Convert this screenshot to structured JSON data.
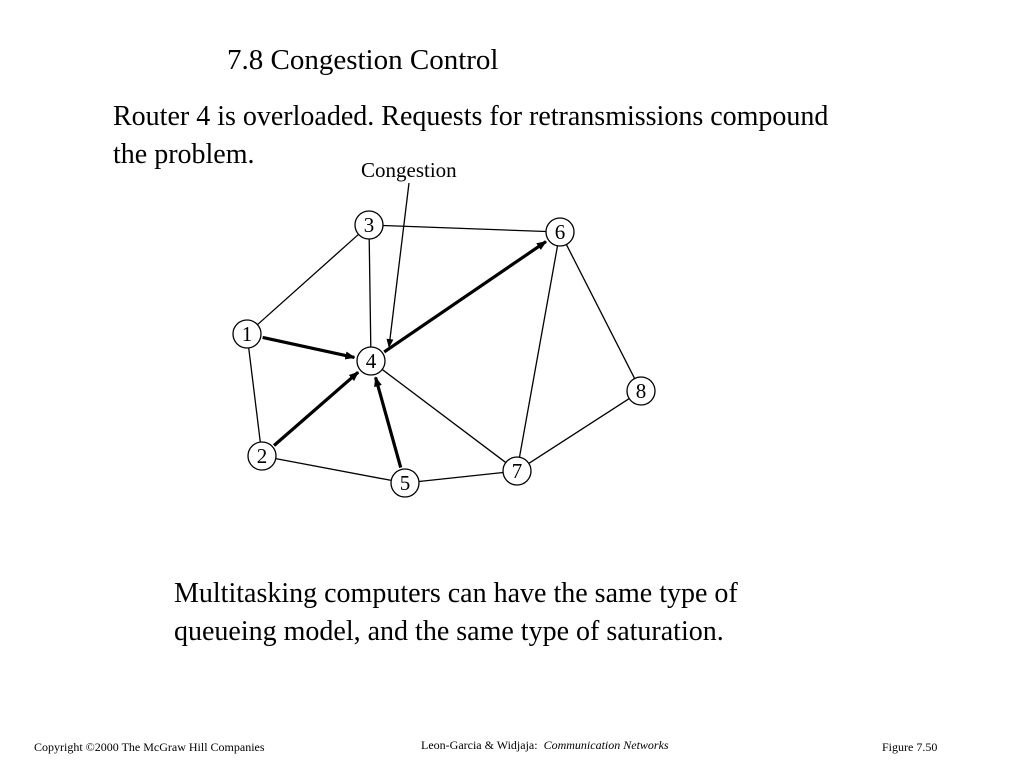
{
  "slide": {
    "title": "7.8 Congestion Control",
    "intro": {
      "line1": "Router 4 is overloaded.  Requests for retransmissions compound",
      "line2": "the problem."
    },
    "closing": {
      "line1": "Multitasking computers can have the same type of",
      "line2": "queueing model, and the same type of saturation."
    }
  },
  "diagram": {
    "callout_label": "Congestion",
    "nodes": [
      {
        "id": "1",
        "label": "1"
      },
      {
        "id": "2",
        "label": "2"
      },
      {
        "id": "3",
        "label": "3"
      },
      {
        "id": "4",
        "label": "4"
      },
      {
        "id": "5",
        "label": "5"
      },
      {
        "id": "6",
        "label": "6"
      },
      {
        "id": "7",
        "label": "7"
      },
      {
        "id": "8",
        "label": "8"
      }
    ],
    "links": [
      [
        "1",
        "3"
      ],
      [
        "1",
        "2"
      ],
      [
        "3",
        "4"
      ],
      [
        "3",
        "6"
      ],
      [
        "6",
        "7"
      ],
      [
        "6",
        "8"
      ],
      [
        "8",
        "7"
      ],
      [
        "4",
        "7"
      ],
      [
        "2",
        "5"
      ],
      [
        "5",
        "7"
      ]
    ],
    "flows": [
      [
        "1",
        "4"
      ],
      [
        "2",
        "4"
      ],
      [
        "5",
        "4"
      ],
      [
        "4",
        "6"
      ]
    ]
  },
  "footer": {
    "copyright": "Copyright ©2000 The McGraw Hill Companies",
    "authors": "Leon-Garcia & Widjaja:",
    "book": "Communication Networks",
    "figure": "Figure 7.50"
  }
}
